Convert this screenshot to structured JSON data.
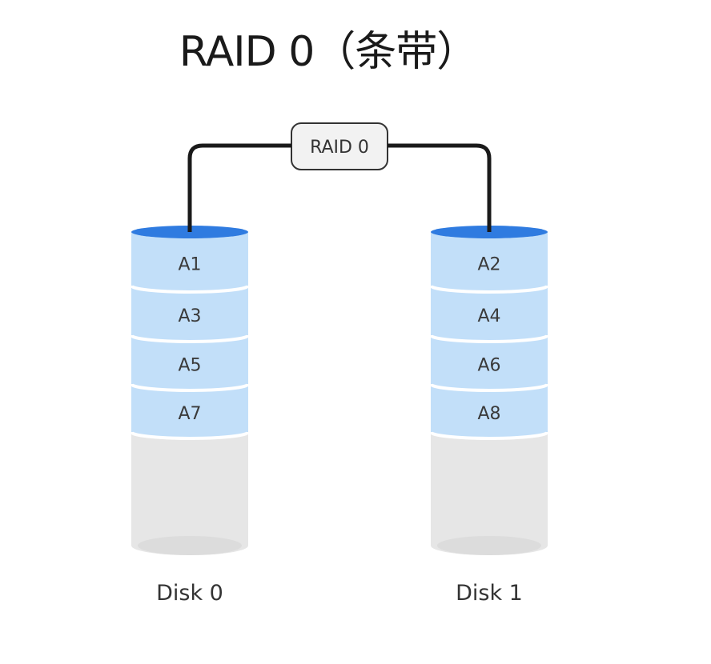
{
  "title": "RAID 0（条带）",
  "controller": {
    "label": "RAID 0"
  },
  "colors": {
    "segment_fill": "#c2dff9",
    "top_cap": "#2f7be0",
    "empty_fill": "#e6e6e6",
    "bottom_cap": "#dcdcdc",
    "wire": "#1a1a1a",
    "controller_fill": "#f2f2f2",
    "controller_stroke": "#333333"
  },
  "disks": [
    {
      "label": "Disk 0",
      "blocks": [
        "A1",
        "A3",
        "A5",
        "A7"
      ]
    },
    {
      "label": "Disk 1",
      "blocks": [
        "A2",
        "A4",
        "A6",
        "A8"
      ]
    }
  ]
}
